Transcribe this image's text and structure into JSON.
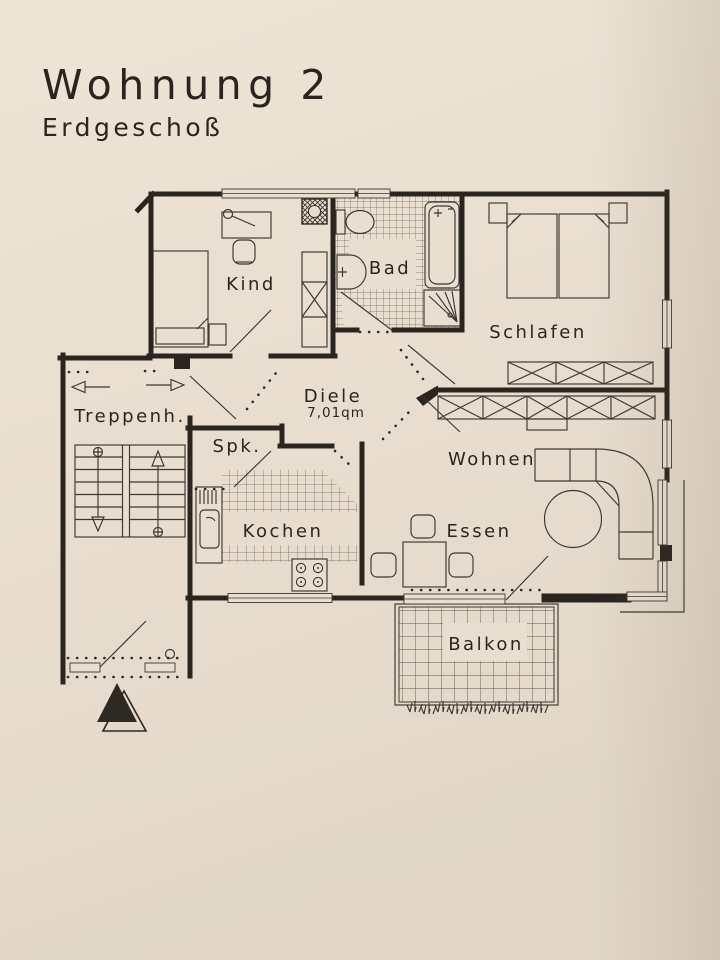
{
  "header": {
    "title": "Wohnung 2",
    "subtitle": "Erdgeschoß"
  },
  "plan": {
    "rooms": {
      "kind": "Kind",
      "bad": "Bad",
      "schlafen": "Schlafen",
      "diele": "Diele",
      "diele_area": "7,01qm",
      "treppenhaus": "Treppenh.",
      "spk": "Spk.",
      "kochen": "Kochen",
      "essen": "Essen",
      "wohnen": "Wohnen",
      "balkon": "Balkon"
    },
    "colors": {
      "paper": "#e9dfd1",
      "ink": "#2a261f"
    }
  }
}
